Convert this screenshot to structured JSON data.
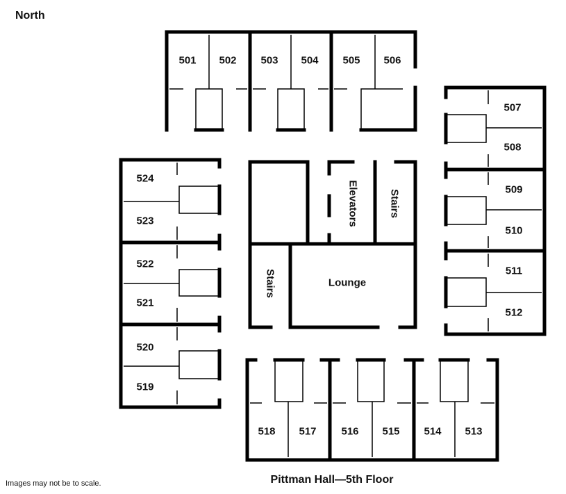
{
  "compass": "North",
  "title": "Pittman Hall—5th Floor",
  "note": "Images may not be to scale.",
  "rooms": {
    "r501": "501",
    "r502": "502",
    "r503": "503",
    "r504": "504",
    "r505": "505",
    "r506": "506",
    "r507": "507",
    "r508": "508",
    "r509": "509",
    "r510": "510",
    "r511": "511",
    "r512": "512",
    "r513": "513",
    "r514": "514",
    "r515": "515",
    "r516": "516",
    "r517": "517",
    "r518": "518",
    "r519": "519",
    "r520": "520",
    "r521": "521",
    "r522": "522",
    "r523": "523",
    "r524": "524"
  },
  "areas": {
    "elevators": "Elevators",
    "stairs_east": "Stairs",
    "stairs_west": "Stairs",
    "lounge": "Lounge"
  }
}
